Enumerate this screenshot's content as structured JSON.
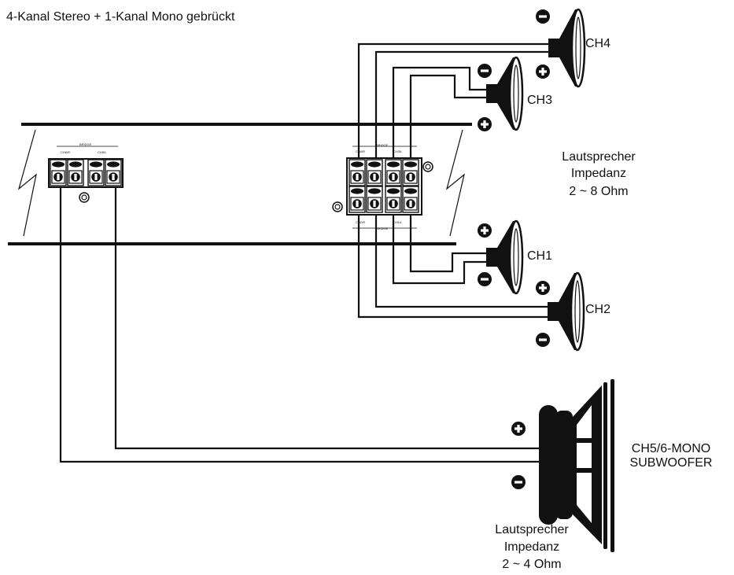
{
  "title": "4-Kanal Stereo + 1-Kanal Mono gebrückt",
  "speakers": {
    "ch1": "CH1",
    "ch2": "CH2",
    "ch3": "CH3",
    "ch4": "CH4",
    "sub_line1": "CH5/6-MONO",
    "sub_line2": "SUBWOOFER"
  },
  "impedance_top": {
    "line1": "Lautsprecher",
    "line2": "Impedanz",
    "line3": "2 ~ 8 Ohm"
  },
  "impedance_bottom": {
    "line1": "Lautsprecher",
    "line2": "Impedanz",
    "line3": "2 ~ 4 Ohm"
  },
  "terminal_labels": {
    "left_bridge": "BRIDGE",
    "left_ch6r": "CH6/R",
    "left_ch5l": "CH5/L",
    "top_bridge": "BRIDGE",
    "top_ch4r": "CH4/R",
    "top_ch3l": "CH3/L",
    "bottom_bridge": "BRIDGE",
    "bottom_ch2r": "CH2/R",
    "bottom_ch1l": "CH1/L"
  },
  "colors": {
    "ink": "#111111",
    "paper": "#ffffff"
  }
}
